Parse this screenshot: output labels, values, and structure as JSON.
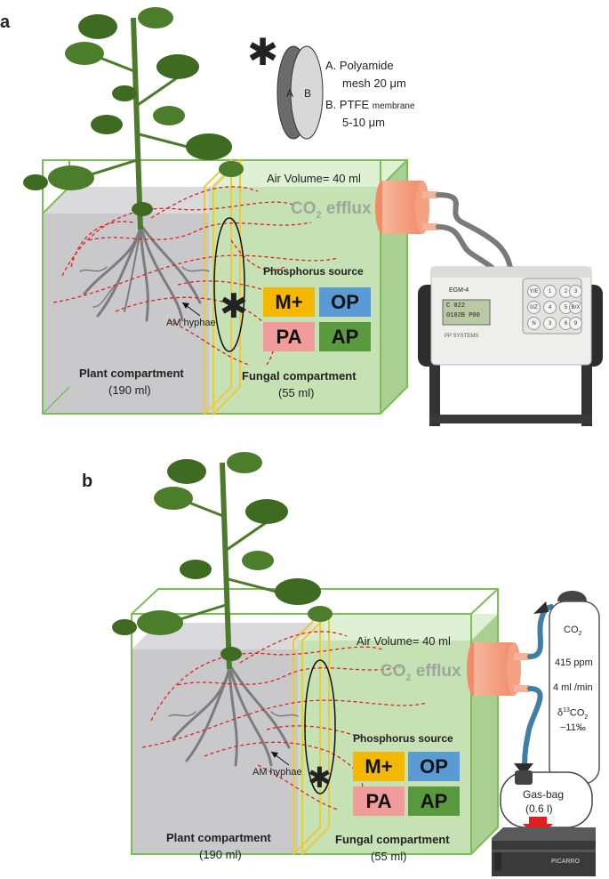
{
  "panel_a": {
    "letter": "a",
    "asterisk": "✱",
    "membrane": {
      "a_text": "A",
      "b_text": "B",
      "legend_a_1": "A.  Polyamide",
      "legend_a_2": "mesh 20 μm",
      "legend_b_1": "B.  PTFE",
      "legend_b_small": "membrane",
      "legend_b_2": "5-10 μm"
    },
    "air_volume": "Air Volume= 40 ml",
    "co2_efflux_prefix": "CO",
    "co2_efflux_sub": "2",
    "co2_efflux_suffix": " efflux",
    "phosphorus_title": "Phosphorus source",
    "sources": [
      "M+",
      "OP",
      "PA",
      "AP"
    ],
    "hyphae_label": "AM hyphae",
    "plant_compartment": "Plant compartment",
    "plant_volume": "(190 ml)",
    "fungal_compartment": "Fungal compartment",
    "fungal_volume": "(55 ml)",
    "analyzer": {
      "model": "EGM-4",
      "display_line1": "C  022",
      "display_line2": "0102B P00",
      "brand": "PP SYSTEMS",
      "keys": [
        "Y/E",
        "1",
        "2",
        "3",
        "0/Z",
        "4",
        "5",
        "B/X",
        "N",
        "3",
        "6",
        "9"
      ]
    }
  },
  "panel_b": {
    "letter": "b",
    "asterisk": "✱",
    "air_volume": "Air Volume= 40 ml",
    "co2_efflux_prefix": "CO",
    "co2_efflux_sub": "2",
    "co2_efflux_suffix": " efflux",
    "phosphorus_title": "Phosphorus source",
    "sources": [
      "M+",
      "OP",
      "PA",
      "AP"
    ],
    "hyphae_label": "AM hyphae",
    "plant_compartment": "Plant compartment",
    "plant_volume": "(190 ml)",
    "fungal_compartment": "Fungal compartment",
    "fungal_volume": "(55 ml)",
    "gas_cylinder": {
      "label_prefix": "CO",
      "label_sub": "2",
      "concentration": "415 ppm",
      "flow": "4 ml /min",
      "isotope_prefix": "δ",
      "isotope_sup": "13",
      "isotope_mid": "CO",
      "isotope_sub": "2",
      "isotope_value": "−11‰"
    },
    "gas_bag_label": "Gas-bag",
    "gas_bag_volume": "(0.6 l)",
    "analyzer_brand": "PICARRO"
  },
  "colors": {
    "plant_box": "#c9c9cb",
    "fungal_box": "#c6e2b4",
    "box_edge": "#7dbd55",
    "mesh_edge": "#f0c83c",
    "hyphae": "#e0221e",
    "root": "#7c7c7c",
    "leaf": "#3f6a22",
    "connector": "#f5a98a",
    "tube": "#7a7a7a",
    "tube_b": "#3f7fa3",
    "tile_mplus": "#f5b800",
    "tile_op": "#5b9bd5",
    "tile_pa": "#f29b9b",
    "tile_ap": "#5a9a3e",
    "arrow_down": "#e02020"
  }
}
